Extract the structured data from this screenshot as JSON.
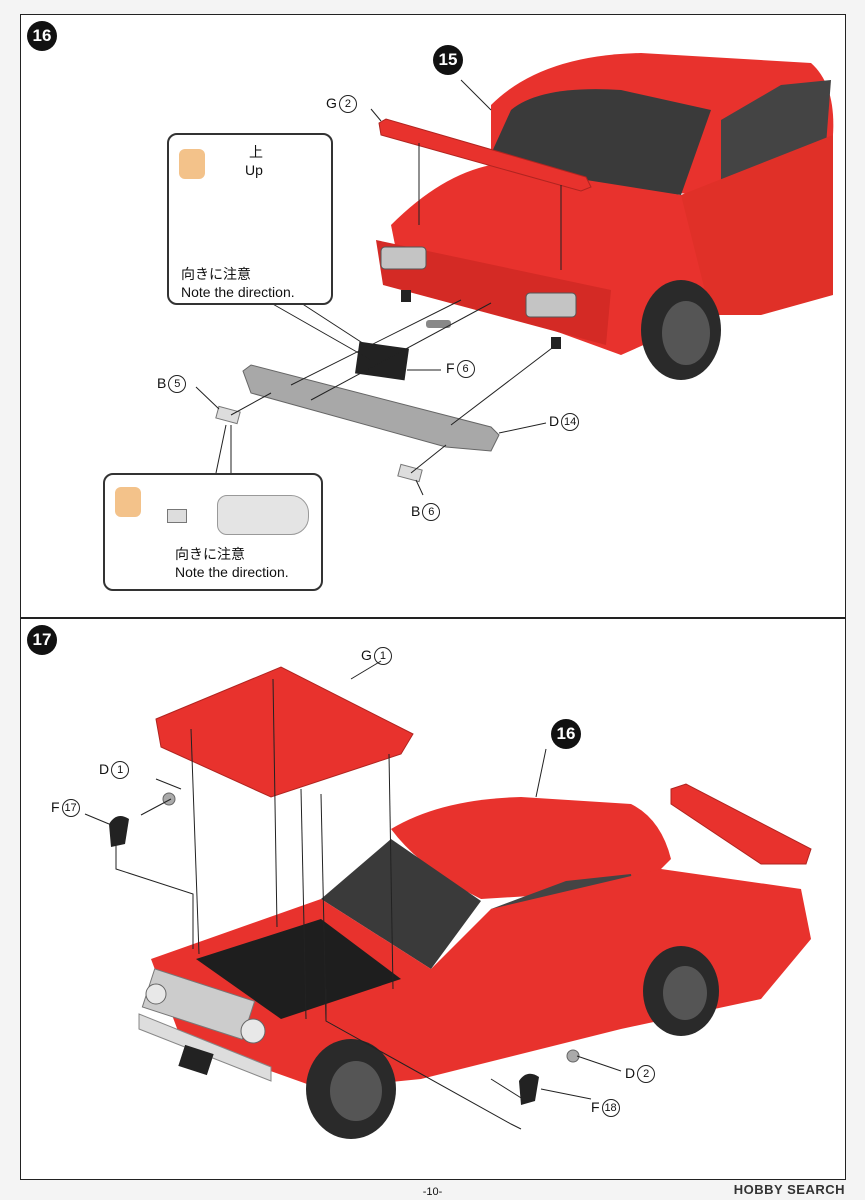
{
  "steps": {
    "step16": {
      "number": "16",
      "prev_ref": "15"
    },
    "step17": {
      "number": "17",
      "prev_ref": "16"
    }
  },
  "parts16": {
    "g2": {
      "letter": "G",
      "num": "2"
    },
    "f6": {
      "letter": "F",
      "num": "6"
    },
    "b5": {
      "letter": "B",
      "num": "5"
    },
    "d14": {
      "letter": "D",
      "num": "14"
    },
    "b6": {
      "letter": "B",
      "num": "6"
    }
  },
  "parts17": {
    "g1": {
      "letter": "G",
      "num": "1"
    },
    "d1": {
      "letter": "D",
      "num": "1"
    },
    "f17": {
      "letter": "F",
      "num": "17"
    },
    "d2": {
      "letter": "D",
      "num": "2"
    },
    "f18": {
      "letter": "F",
      "num": "18"
    }
  },
  "notes": {
    "note1": {
      "up_jp": "上",
      "up_en": "Up",
      "jp": "向きに注意",
      "en": "Note the direction."
    },
    "note2": {
      "jp": "向きに注意",
      "en": "Note the direction."
    }
  },
  "footer": {
    "page": "-10-",
    "watermark": "HOBBY SEARCH"
  },
  "colors": {
    "body_red": "#e8322d",
    "bumper_gray": "#a8a8a8",
    "tire": "#2a2a2a",
    "glass": "#3a3a3a"
  },
  "icons": [
    "hand-pointing-icon",
    "up-arrow-icon"
  ]
}
